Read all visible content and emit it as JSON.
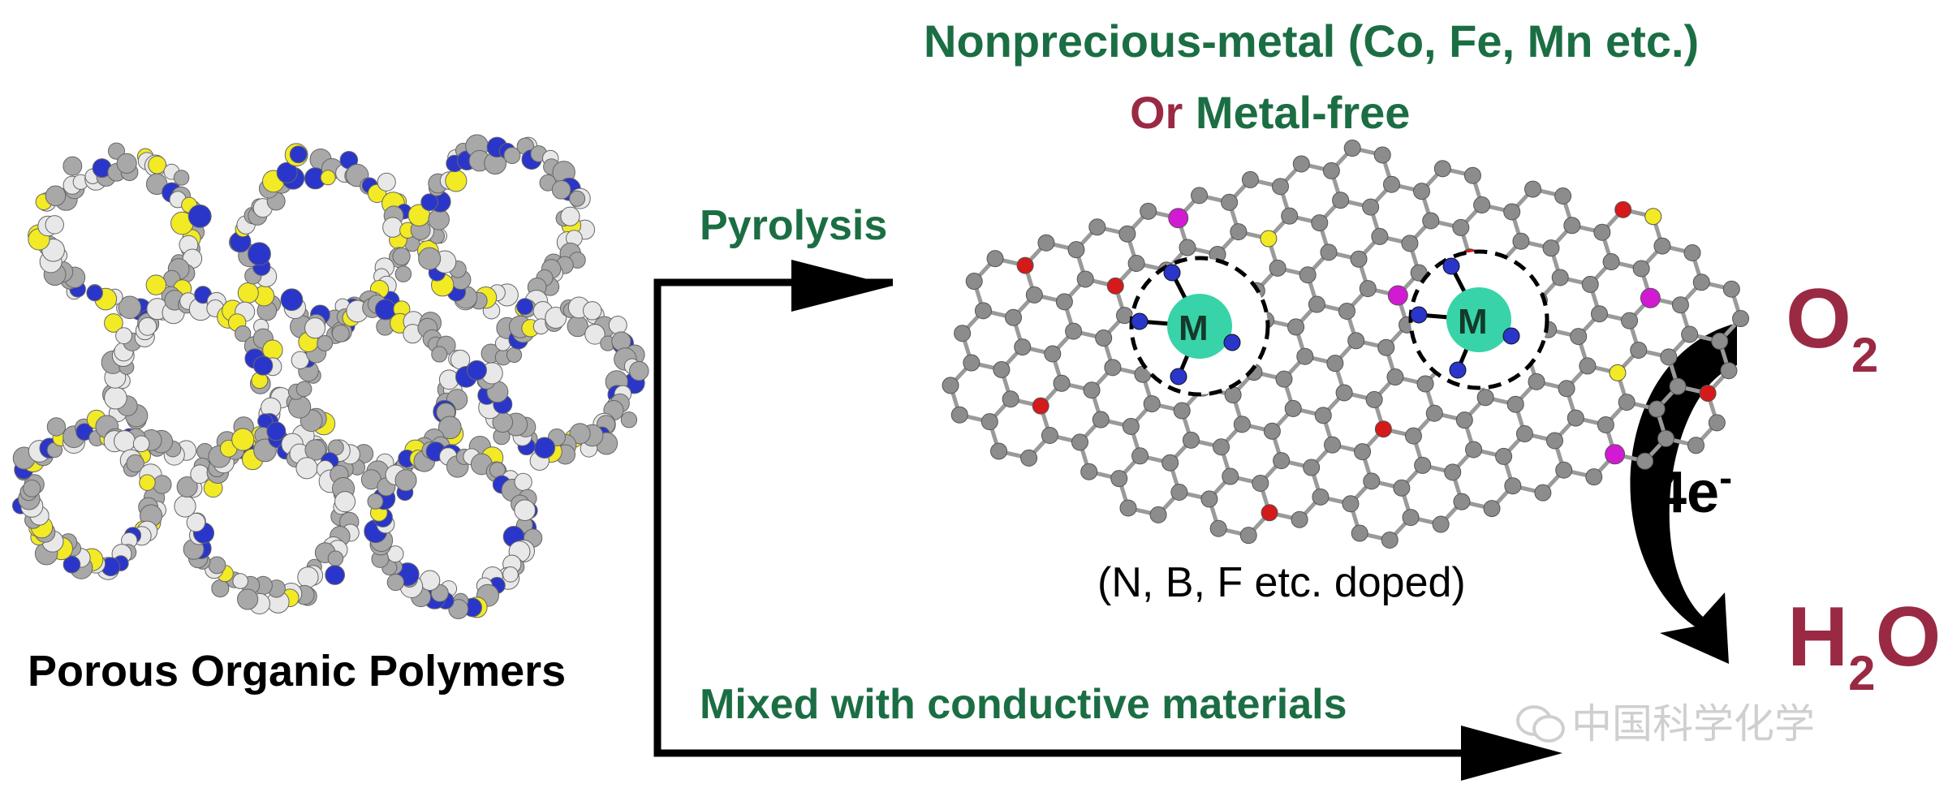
{
  "title": {
    "line1": "Nonprecious-metal (Co, Fe, Mn etc.)",
    "line2_or": "Or",
    "line2_rest": "Metal-free"
  },
  "left": {
    "label": "Porous Organic Polymers"
  },
  "arrows": {
    "pyrolysis": "Pyrolysis",
    "mixed": "Mixed with conductive materials"
  },
  "carbon": {
    "metal_label": "M",
    "doped_label": "(N, B, F etc. doped)"
  },
  "reaction": {
    "o2_main": "O",
    "o2_sub": "2",
    "electrons": "4e",
    "electrons_sup": "-",
    "h2o_h": "H",
    "h2o_sub": "2",
    "h2o_o": "O"
  },
  "watermark": {
    "text": "中国科学化学"
  },
  "colors": {
    "title_green": "#1b6e43",
    "or_red": "#9a2a43",
    "o2_red": "#9a2a43",
    "carbon_gray": "#8c8c8c",
    "nitrogen_blue": "#2a36c9",
    "sulfur_yellow": "#f2ea25",
    "oxygen_red": "#d41a1a",
    "boron_magenta": "#d21ad2",
    "metal_teal": "#39d3a9"
  }
}
